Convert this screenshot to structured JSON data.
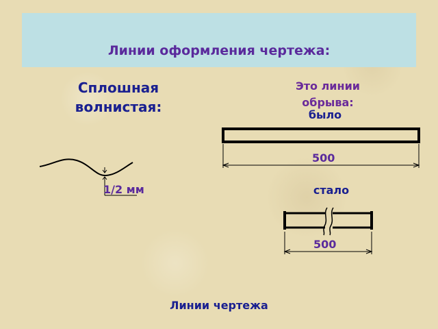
{
  "title": "Линии оформления чертежа:",
  "left_heading": "Сплошная волнистая:",
  "right_heading": "Это линии обрыва:",
  "before_label": "было",
  "after_label": "стало",
  "dimension_before": "500",
  "dimension_after": "500",
  "wave_height_label": "1/2 мм",
  "footer": "Линии чертежа",
  "colors": {
    "title_box": "#bde0e4",
    "title_text": "#5a2a9c",
    "heading_blue": "#1a2090",
    "accent_purple": "#5a2a9c"
  }
}
